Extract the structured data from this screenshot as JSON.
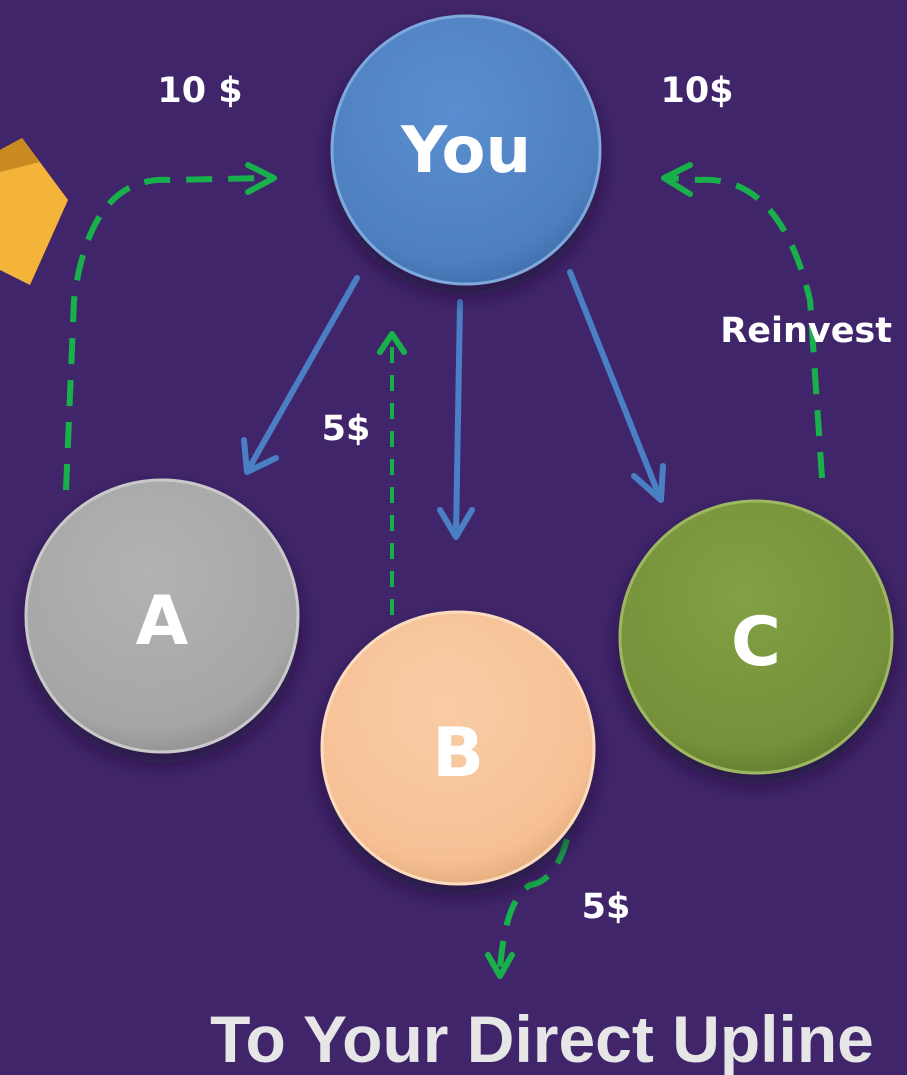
{
  "nodes": {
    "you": {
      "label": "You",
      "color": "#4e7fbf"
    },
    "a": {
      "label": "A",
      "color": "#a6a6a6"
    },
    "b": {
      "label": "B",
      "color": "#f6c094"
    },
    "c": {
      "label": "C",
      "color": "#76913a"
    }
  },
  "labels": {
    "a_to_you": "10 $",
    "c_to_you": "10$",
    "b_to_you": "5$",
    "b_to_upline": "5$",
    "reinvest": "Reinvest"
  },
  "footer": "To Your Direct Upline",
  "colors": {
    "background": "#41256a",
    "solid_arrow": "#4a7fc4",
    "dashed_arrow": "#18b04a",
    "decor_cube": "#f4b43a"
  },
  "icons": {
    "decor": "yellow-cube-icon"
  }
}
